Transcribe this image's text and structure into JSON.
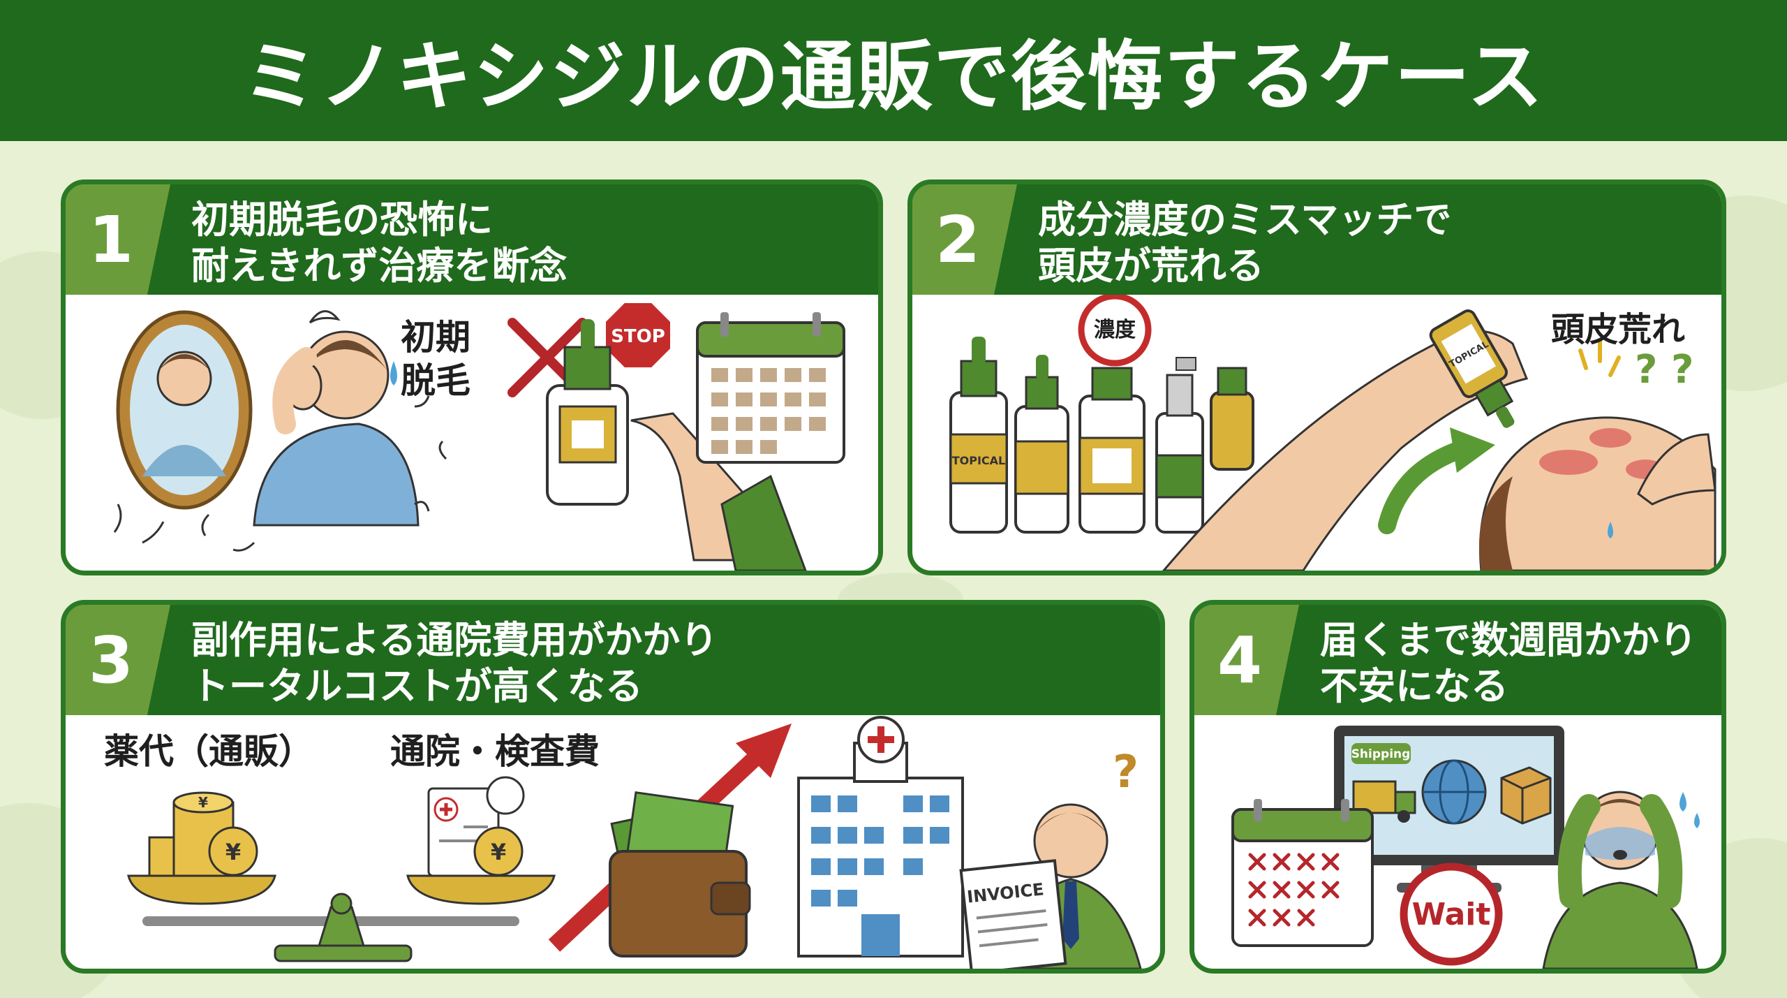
{
  "header": {
    "title": "ミノキシジルの通販で後悔するケース"
  },
  "colors": {
    "banner_green": "#1f6a1c",
    "number_green": "#6b9c3c",
    "background": "#e8f1d4",
    "accent_red": "#b5262a",
    "bottle_yellow": "#d9b23a"
  },
  "panels": [
    {
      "number": "1",
      "title_line1": "初期脱毛の恐怖に",
      "title_line2": "耐えきれず治療を断念",
      "label_line1": "初期",
      "label_line2": "脱毛",
      "stop_sign": "STOP",
      "icons": [
        "mirror-icon",
        "worried-man-icon",
        "cross-mark-icon",
        "stop-sign-icon",
        "dropper-bottle-icon",
        "calendar-icon"
      ]
    },
    {
      "number": "2",
      "title_line1": "成分濃度のミスマッチで",
      "title_line2": "頭皮が荒れる",
      "concentration_badge": "濃度",
      "bottle_label": "TOPICAL",
      "dropper_label": "TOPICAL",
      "scalp_label": "頭皮荒れ",
      "question_marks": "? ?",
      "icons": [
        "bottles-icon",
        "hand-dropper-icon",
        "irritated-scalp-icon",
        "arrow-icon"
      ]
    },
    {
      "number": "3",
      "title_line1": "副作用による通院費用がかかり",
      "title_line2": "トータルコストが高くなる",
      "label_left": "薬代（通販）",
      "label_right": "通院・検査費",
      "yen": "¥",
      "invoice_label": "INVOICE",
      "question_mark": "?",
      "icons": [
        "scale-icon",
        "coin-stack-icon",
        "wallet-icon",
        "up-arrow-icon",
        "hospital-icon",
        "man-invoice-icon"
      ]
    },
    {
      "number": "4",
      "title_line1": "届くまで数週間かかり",
      "title_line2": "不安になる",
      "shipping_label": "Shipping",
      "wait_label": "Wait",
      "icons": [
        "calendar-icon",
        "monitor-icon",
        "truck-icon",
        "globe-icon",
        "package-icon",
        "wait-sign-icon",
        "anxious-man-icon"
      ]
    }
  ]
}
